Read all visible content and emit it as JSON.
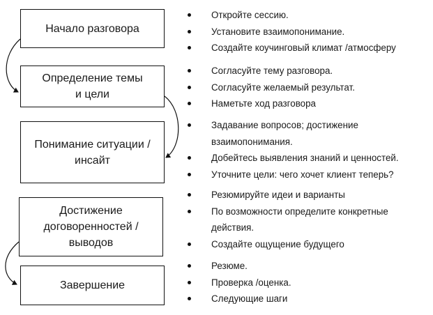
{
  "steps": [
    {
      "label": "Начало разговора",
      "bullets": [
        "Откройте сессию.",
        "Установите взаимопонимание.",
        "Создайте коучинговый климат /атмосферу"
      ]
    },
    {
      "label": "Определение темы\nи цели",
      "bullets": [
        "Согласуйте тему разговора.",
        "Согласуйте желаемый результат.",
        "Наметьте ход разговора"
      ]
    },
    {
      "label": "Понимание ситуации /\nинсайт",
      "bullets": [
        "Задавание вопросов; достижение взаимопонимания.",
        "Добейтесь выявления знаний и ценностей.",
        "Уточните цели: чего хочет клиент теперь?"
      ]
    },
    {
      "label": "Достижение\nдоговоренностей /\nвыводов",
      "bullets": [
        "Резюмируйте идеи и варианты",
        "По возможности определите конкретные действия.",
        "Создайте ощущение будущего"
      ]
    },
    {
      "label": "Завершение",
      "bullets": [
        "Резюме.",
        "Проверка /оценка.",
        "Следующие шаги"
      ]
    }
  ]
}
